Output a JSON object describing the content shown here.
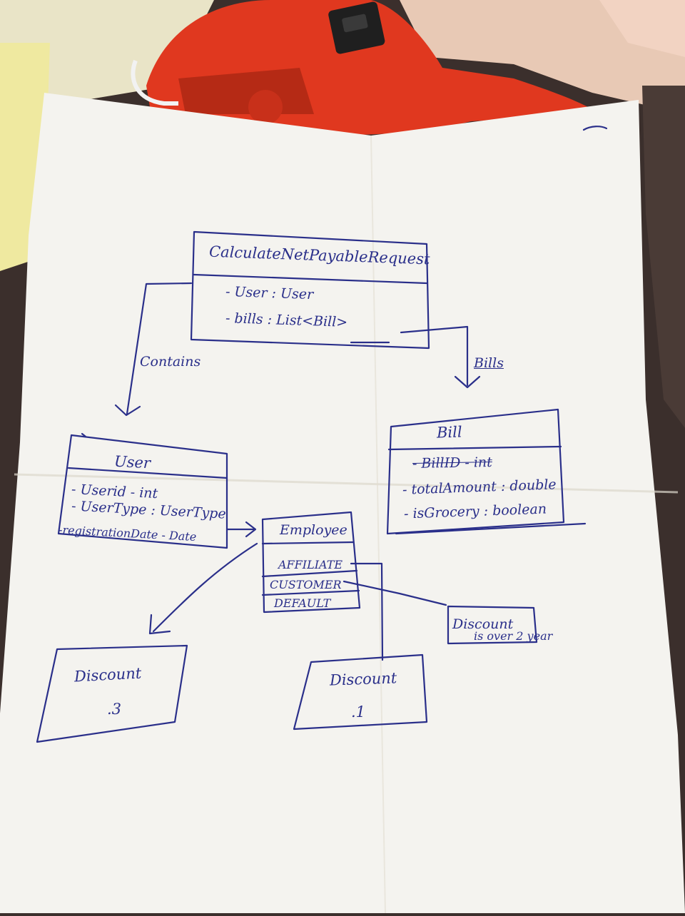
{
  "photo": {
    "background": "#3b2f2c",
    "paper_color": "#f4f3ef",
    "ink_color": "#2a2f8a"
  },
  "diagram": {
    "request_class": {
      "name": "CalculateNetPayableRequest",
      "attributes": [
        "- User : User",
        "- bills : List<Bill>"
      ]
    },
    "user_class": {
      "name": "User",
      "attributes": [
        "- Userid - int",
        "- UserType : UserType",
        "-registrationDate - Date"
      ]
    },
    "bill_class": {
      "name": "Bill",
      "attributes": [
        "- BillID - int",
        "- totalAmount : double",
        "- isGrocery : boolean"
      ]
    },
    "employee_enum": {
      "name": "Employee",
      "values": [
        "AFFILIATE",
        "CUSTOMER",
        "DEFAULT"
      ]
    },
    "relations": {
      "contains_label": "Contains",
      "bills_label": "Bills"
    },
    "discounts": {
      "d3": {
        "title": "Discount",
        "value": ".3"
      },
      "d1": {
        "title": "Discount",
        "value": ".1"
      },
      "d_over2": {
        "line1": "Discount",
        "line2": "is over 2 year"
      }
    }
  }
}
